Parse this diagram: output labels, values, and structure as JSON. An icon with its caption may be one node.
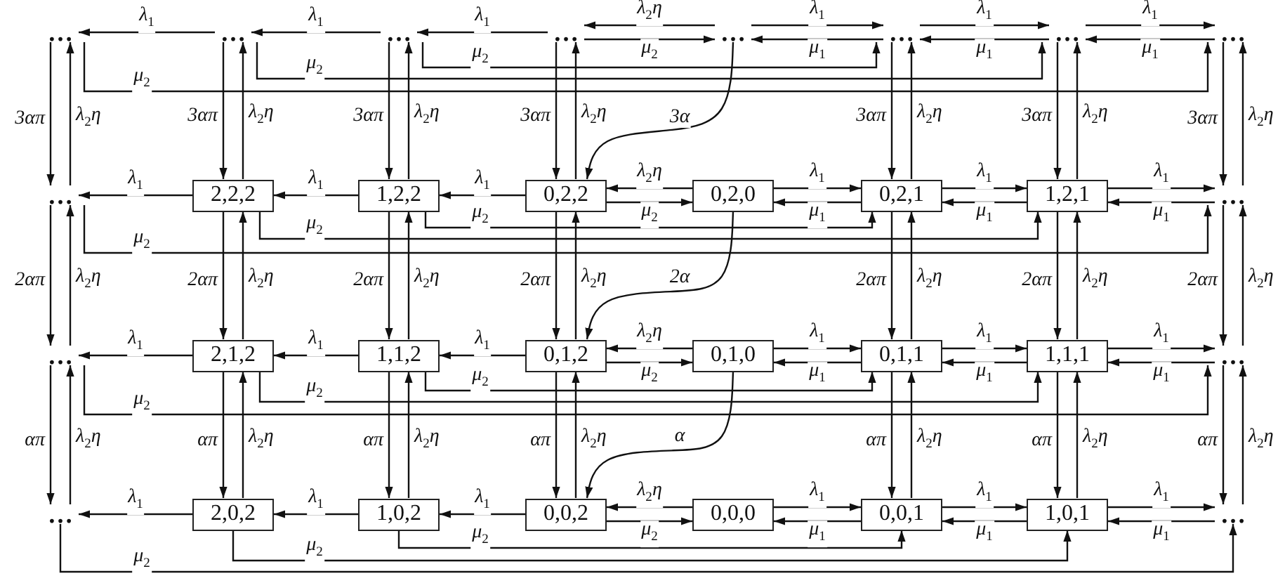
{
  "diagram": {
    "nodes": [
      {
        "text": [
          "…"
        ]
      },
      {
        "text": [
          "…"
        ]
      },
      {
        "text": [
          "…"
        ]
      },
      {
        "text": [
          "…"
        ]
      },
      {
        "text": [
          "…"
        ]
      },
      {
        "text": [
          "…"
        ]
      },
      {
        "text": [
          "…"
        ]
      },
      {
        "text": [
          "…"
        ]
      },
      {
        "text": [
          "…"
        ]
      },
      {
        "text": [
          "2,2,2"
        ]
      },
      {
        "text": [
          "1,2,2"
        ]
      },
      {
        "text": [
          "0,2,2"
        ]
      },
      {
        "text": [
          "0,2,0"
        ]
      },
      {
        "text": [
          "0,2,1"
        ]
      },
      {
        "text": [
          "1,2,1"
        ]
      },
      {
        "text": [
          "…"
        ]
      },
      {
        "text": [
          "…"
        ]
      },
      {
        "text": [
          "2,1,2"
        ]
      },
      {
        "text": [
          "1,1,2"
        ]
      },
      {
        "text": [
          "0,1,2"
        ]
      },
      {
        "text": [
          "0,1,0"
        ]
      },
      {
        "text": [
          "0,1,1"
        ]
      },
      {
        "text": [
          "1,1,1"
        ]
      },
      {
        "text": [
          "…"
        ]
      },
      {
        "text": [
          "…"
        ]
      },
      {
        "text": [
          "2,0,2"
        ]
      },
      {
        "text": [
          "1,0,2"
        ]
      },
      {
        "text": [
          "0,0,2"
        ]
      },
      {
        "text": [
          "0,0,0"
        ]
      },
      {
        "text": [
          "0,0,1"
        ]
      },
      {
        "text": [
          "1,0,1"
        ]
      },
      {
        "text": [
          "…"
        ]
      }
    ],
    "edges": [
      {
        "from": 1,
        "to": 0,
        "arrow": "to",
        "label": "λ$_{1}$"
      },
      {
        "from": 2,
        "to": 1,
        "arrow": "to",
        "label": "λ$_{1}$"
      },
      {
        "from": 3,
        "to": 2,
        "arrow": "to",
        "label": "λ$_{1}$"
      },
      {
        "from": 4,
        "to": 3,
        "arrow": "to",
        "label": "λ$_{2}$η"
      },
      {
        "from": 3,
        "to": 4,
        "arrow": "to",
        "label": "μ$_{2}$"
      },
      {
        "from": 4,
        "to": 5,
        "arrow": "to",
        "label": "λ$_{1}$"
      },
      {
        "from": 5,
        "to": 4,
        "arrow": "to",
        "label": "μ$_{1}$"
      },
      {
        "from": 5,
        "to": 6,
        "arrow": "to",
        "label": "λ$_{1}$"
      },
      {
        "from": 6,
        "to": 5,
        "arrow": "to",
        "label": "μ$_{1}$"
      },
      {
        "from": 6,
        "to": 7,
        "arrow": "to",
        "label": "λ$_{1}$"
      },
      {
        "from": 7,
        "to": 6,
        "arrow": "to",
        "label": "μ$_{1}$"
      },
      {
        "from": 2,
        "to": 5,
        "arrow": "to",
        "label": "μ$_{2}$"
      },
      {
        "from": 1,
        "to": 6,
        "arrow": "to",
        "label": "μ$_{2}$"
      },
      {
        "from": 0,
        "to": 7,
        "arrow": "to",
        "label": "μ$_{2}$"
      },
      {
        "from": 0,
        "to": 8,
        "arrow": "to",
        "label": "3απ"
      },
      {
        "from": 8,
        "to": 0,
        "arrow": "to",
        "label": "λ$_{2}$η"
      },
      {
        "from": 1,
        "to": 9,
        "arrow": "to",
        "label": "3απ"
      },
      {
        "from": 9,
        "to": 1,
        "arrow": "to",
        "label": "λ$_{2}$η"
      },
      {
        "from": 2,
        "to": 10,
        "arrow": "to",
        "label": "3απ"
      },
      {
        "from": 10,
        "to": 2,
        "arrow": "to",
        "label": "λ$_{2}$η"
      },
      {
        "from": 3,
        "to": 11,
        "arrow": "to",
        "label": "3απ"
      },
      {
        "from": 11,
        "to": 3,
        "arrow": "to",
        "label": "λ$_{2}$η"
      },
      {
        "from": 5,
        "to": 13,
        "arrow": "to",
        "label": "3απ"
      },
      {
        "from": 13,
        "to": 5,
        "arrow": "to",
        "label": "λ$_{2}$η"
      },
      {
        "from": 6,
        "to": 14,
        "arrow": "to",
        "label": "3απ"
      },
      {
        "from": 14,
        "to": 6,
        "arrow": "to",
        "label": "λ$_{2}$η"
      },
      {
        "from": 7,
        "to": 15,
        "arrow": "to",
        "label": "3απ"
      },
      {
        "from": 15,
        "to": 7,
        "arrow": "to",
        "label": "λ$_{2}$η"
      },
      {
        "from": 9,
        "to": 8,
        "arrow": "to",
        "label": "λ$_{1}$"
      },
      {
        "from": 10,
        "to": 9,
        "arrow": "to",
        "label": "λ$_{1}$"
      },
      {
        "from": 11,
        "to": 10,
        "arrow": "to",
        "label": "λ$_{1}$"
      },
      {
        "from": 12,
        "to": 11,
        "arrow": "to",
        "label": "λ$_{2}$η"
      },
      {
        "from": 11,
        "to": 12,
        "arrow": "to",
        "label": "μ$_{2}$"
      },
      {
        "from": 12,
        "to": 13,
        "arrow": "to",
        "label": "λ$_{1}$"
      },
      {
        "from": 13,
        "to": 12,
        "arrow": "to",
        "label": "μ$_{1}$"
      },
      {
        "from": 13,
        "to": 14,
        "arrow": "to",
        "label": "λ$_{1}$"
      },
      {
        "from": 14,
        "to": 13,
        "arrow": "to",
        "label": "μ$_{1}$"
      },
      {
        "from": 14,
        "to": 15,
        "arrow": "to",
        "label": "λ$_{1}$"
      },
      {
        "from": 15,
        "to": 14,
        "arrow": "to",
        "label": "μ$_{1}$"
      },
      {
        "from": 10,
        "to": 13,
        "arrow": "to",
        "label": "μ$_{2}$"
      },
      {
        "from": 9,
        "to": 14,
        "arrow": "to",
        "label": "μ$_{2}$"
      },
      {
        "from": 8,
        "to": 15,
        "arrow": "to",
        "label": "μ$_{2}$"
      },
      {
        "from": 8,
        "to": 16,
        "arrow": "to",
        "label": "2απ"
      },
      {
        "from": 16,
        "to": 8,
        "arrow": "to",
        "label": "λ$_{2}$η"
      },
      {
        "from": 9,
        "to": 17,
        "arrow": "to",
        "label": "2απ"
      },
      {
        "from": 17,
        "to": 9,
        "arrow": "to",
        "label": "λ$_{2}$η"
      },
      {
        "from": 10,
        "to": 18,
        "arrow": "to",
        "label": "2απ"
      },
      {
        "from": 18,
        "to": 10,
        "arrow": "to",
        "label": "λ$_{2}$η"
      },
      {
        "from": 11,
        "to": 19,
        "arrow": "to",
        "label": "2απ"
      },
      {
        "from": 19,
        "to": 11,
        "arrow": "to",
        "label": "λ$_{2}$η"
      },
      {
        "from": 13,
        "to": 21,
        "arrow": "to",
        "label": "2απ"
      },
      {
        "from": 21,
        "to": 13,
        "arrow": "to",
        "label": "λ$_{2}$η"
      },
      {
        "from": 14,
        "to": 22,
        "arrow": "to",
        "label": "2απ"
      },
      {
        "from": 22,
        "to": 14,
        "arrow": "to",
        "label": "λ$_{2}$η"
      },
      {
        "from": 15,
        "to": 23,
        "arrow": "to",
        "label": "2απ"
      },
      {
        "from": 23,
        "to": 15,
        "arrow": "to",
        "label": "λ$_{2}$η"
      },
      {
        "from": 17,
        "to": 16,
        "arrow": "to",
        "label": "λ$_{1}$"
      },
      {
        "from": 18,
        "to": 17,
        "arrow": "to",
        "label": "λ$_{1}$"
      },
      {
        "from": 19,
        "to": 18,
        "arrow": "to",
        "label": "λ$_{1}$"
      },
      {
        "from": 20,
        "to": 19,
        "arrow": "to",
        "label": "λ$_{2}$η"
      },
      {
        "from": 19,
        "to": 20,
        "arrow": "to",
        "label": "μ$_{2}$"
      },
      {
        "from": 20,
        "to": 21,
        "arrow": "to",
        "label": "λ$_{1}$"
      },
      {
        "from": 21,
        "to": 20,
        "arrow": "to",
        "label": "μ$_{1}$"
      },
      {
        "from": 21,
        "to": 22,
        "arrow": "to",
        "label": "λ$_{1}$"
      },
      {
        "from": 22,
        "to": 21,
        "arrow": "to",
        "label": "μ$_{1}$"
      },
      {
        "from": 22,
        "to": 23,
        "arrow": "to",
        "label": "λ$_{1}$"
      },
      {
        "from": 23,
        "to": 22,
        "arrow": "to",
        "label": "μ$_{1}$"
      },
      {
        "from": 18,
        "to": 21,
        "arrow": "to",
        "label": "μ$_{2}$"
      },
      {
        "from": 17,
        "to": 22,
        "arrow": "to",
        "label": "μ$_{2}$"
      },
      {
        "from": 16,
        "to": 23,
        "arrow": "to",
        "label": "μ$_{2}$"
      },
      {
        "from": 16,
        "to": 24,
        "arrow": "to",
        "label": "απ"
      },
      {
        "from": 24,
        "to": 16,
        "arrow": "to",
        "label": "λ$_{2}$η"
      },
      {
        "from": 17,
        "to": 25,
        "arrow": "to",
        "label": "απ"
      },
      {
        "from": 25,
        "to": 17,
        "arrow": "to",
        "label": "λ$_{2}$η"
      },
      {
        "from": 18,
        "to": 26,
        "arrow": "to",
        "label": "απ"
      },
      {
        "from": 26,
        "to": 18,
        "arrow": "to",
        "label": "λ$_{2}$η"
      },
      {
        "from": 19,
        "to": 27,
        "arrow": "to",
        "label": "απ"
      },
      {
        "from": 27,
        "to": 19,
        "arrow": "to",
        "label": "λ$_{2}$η"
      },
      {
        "from": 21,
        "to": 29,
        "arrow": "to",
        "label": "απ"
      },
      {
        "from": 29,
        "to": 21,
        "arrow": "to",
        "label": "λ$_{2}$η"
      },
      {
        "from": 22,
        "to": 30,
        "arrow": "to",
        "label": "απ"
      },
      {
        "from": 30,
        "to": 22,
        "arrow": "to",
        "label": "λ$_{2}$η"
      },
      {
        "from": 23,
        "to": 31,
        "arrow": "to",
        "label": "απ"
      },
      {
        "from": 31,
        "to": 23,
        "arrow": "to",
        "label": "λ$_{2}$η"
      },
      {
        "from": 25,
        "to": 24,
        "arrow": "to",
        "label": "λ$_{1}$"
      },
      {
        "from": 26,
        "to": 25,
        "arrow": "to",
        "label": "λ$_{1}$"
      },
      {
        "from": 27,
        "to": 26,
        "arrow": "to",
        "label": "λ$_{1}$"
      },
      {
        "from": 28,
        "to": 27,
        "arrow": "to",
        "label": "λ$_{2}$η"
      },
      {
        "from": 27,
        "to": 28,
        "arrow": "to",
        "label": "μ$_{2}$"
      },
      {
        "from": 28,
        "to": 29,
        "arrow": "to",
        "label": "λ$_{1}$"
      },
      {
        "from": 29,
        "to": 28,
        "arrow": "to",
        "label": "μ$_{1}$"
      },
      {
        "from": 29,
        "to": 30,
        "arrow": "to",
        "label": "λ$_{1}$"
      },
      {
        "from": 30,
        "to": 29,
        "arrow": "to",
        "label": "μ$_{1}$"
      },
      {
        "from": 30,
        "to": 31,
        "arrow": "to",
        "label": "λ$_{1}$"
      },
      {
        "from": 31,
        "to": 30,
        "arrow": "to",
        "label": "μ$_{1}$"
      },
      {
        "from": 26,
        "to": 29,
        "arrow": "to",
        "label": "μ$_{2}$"
      },
      {
        "from": 25,
        "to": 30,
        "arrow": "to",
        "label": "μ$_{2}$"
      },
      {
        "from": 24,
        "to": 31,
        "arrow": "to",
        "label": "μ$_{2}$"
      },
      {
        "from": 4,
        "to": 11,
        "arrow": "to",
        "label": "3α"
      },
      {
        "from": 12,
        "to": 19,
        "arrow": "to",
        "label": "2α"
      },
      {
        "from": 20,
        "to": 27,
        "arrow": "to",
        "label": "α"
      }
    ]
  }
}
